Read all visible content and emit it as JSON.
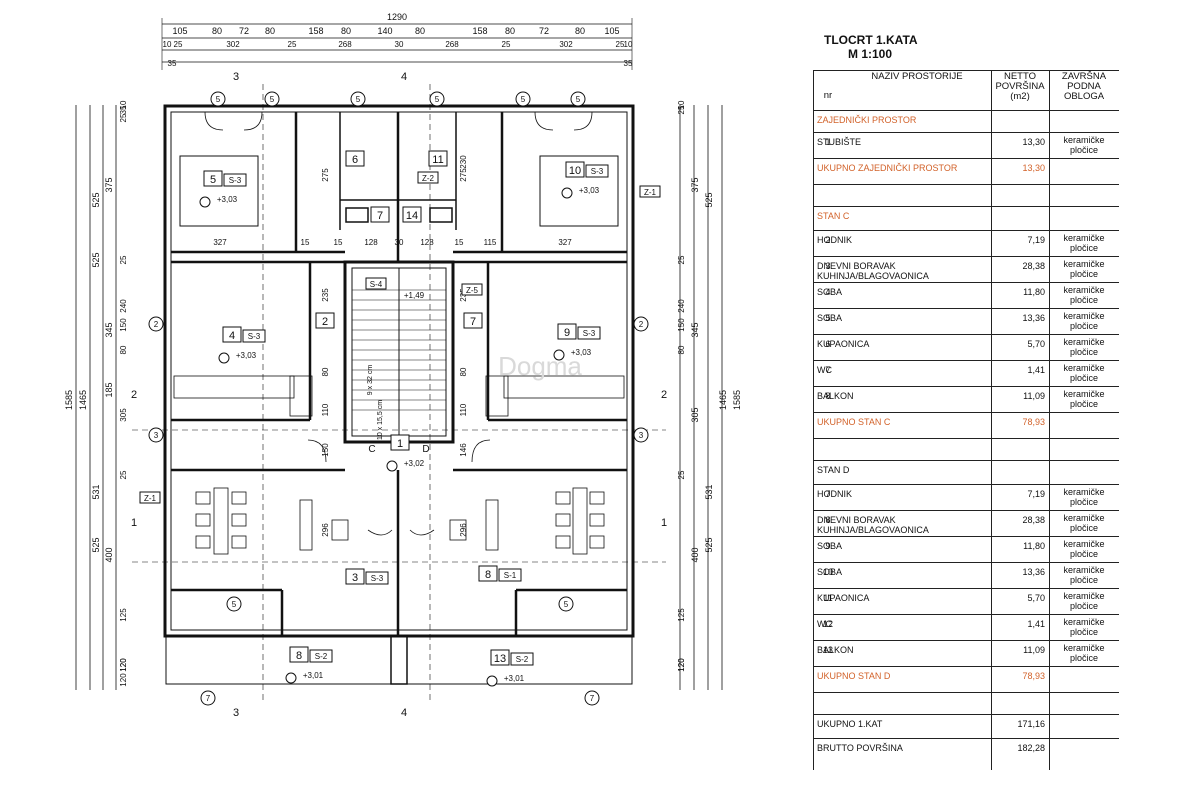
{
  "plan": {
    "top_dims": {
      "overall": "1290",
      "row1": [
        "105",
        "80",
        "72",
        "80",
        "158",
        "80",
        "140",
        "80",
        "158",
        "80",
        "72",
        "80",
        "105"
      ],
      "row2": [
        "10",
        "25",
        "302",
        "25",
        "268",
        "30",
        "268",
        "25",
        "302",
        "25",
        "10"
      ],
      "row3": [
        "35",
        "35"
      ]
    },
    "left_dims": {
      "overall": "1585",
      "inner": "1465",
      "seg_a": [
        "525",
        "525",
        "531",
        "525"
      ],
      "seg_b": [
        "375",
        "345",
        "185",
        "400"
      ],
      "seg_c": [
        "35",
        "10",
        "25",
        "25",
        "240",
        "150",
        "80",
        "305",
        "25",
        "125",
        "120",
        "120",
        "120"
      ]
    },
    "right_dims": {
      "overall": "1585",
      "inner": "1465",
      "seg_a": [
        "525",
        "531",
        "525"
      ],
      "seg_b": [
        "375",
        "345",
        "305",
        "400"
      ],
      "seg_c": [
        "25",
        "10",
        "25",
        "240",
        "150",
        "80",
        "25",
        "125",
        "120",
        "120"
      ]
    },
    "inner_dims": {
      "h1": [
        "327",
        "15",
        "15",
        "128",
        "30",
        "128",
        "15",
        "115",
        "327"
      ],
      "v_left": [
        "275",
        "235",
        "80",
        "110",
        "150",
        "296"
      ],
      "v_right": [
        "275",
        "230",
        "235",
        "80",
        "110",
        "146",
        "296"
      ],
      "stair": "9 x 32 cm",
      "stair2": "10 x 15,5 cm"
    },
    "section_marks": [
      "3",
      "4",
      "3",
      "4",
      "1",
      "1",
      "2",
      "2"
    ],
    "rooms": [
      {
        "num": "5",
        "code": "S-3",
        "level": "+3,03"
      },
      {
        "num": "6"
      },
      {
        "num": "7"
      },
      {
        "num": "14"
      },
      {
        "num": "11"
      },
      {
        "num": "10",
        "code": "S-3",
        "level": "+3,03"
      },
      {
        "num": "4",
        "code": "S-3",
        "level": "+3,03"
      },
      {
        "num": "2"
      },
      {
        "num": "7"
      },
      {
        "num": "9",
        "code": "S-3",
        "level": "+3,03"
      },
      {
        "num": "1",
        "level": "+3,02"
      },
      {
        "num": "3",
        "code": "S-3"
      },
      {
        "num": "8",
        "code": "S-1"
      },
      {
        "num": "8",
        "code": "S-2",
        "level": "+3,01"
      },
      {
        "num": "13",
        "code": "S-2",
        "level": "+3,01"
      }
    ],
    "stair_tags": {
      "s4": "S-4",
      "lvl": "+1,49",
      "z2": "Z-2",
      "z5": "Z-5",
      "z1": "Z-1"
    },
    "unit_labels": [
      "C",
      "D"
    ],
    "circle_tags": [
      "2",
      "3",
      "5",
      "7"
    ],
    "watermark": "Dogma"
  },
  "table": {
    "title": "TLOCRT 1.KATA",
    "scale": "M 1:100",
    "headers": {
      "nr": "nr",
      "name": "NAZIV PROSTORIJE",
      "area": [
        "NETTO",
        "POVRŠINA",
        "(m2)"
      ],
      "finish": [
        "ZAVRŠNA",
        "PODNA",
        "OBLOGA"
      ]
    },
    "rows": [
      {
        "nr": "",
        "name": "ZAJEDNIČKI PROSTOR",
        "area": "",
        "finish": "",
        "style": "orange"
      },
      {
        "nr": "1",
        "name": "STUBIŠTE",
        "area": "13,30",
        "finish": "keramičke pločice"
      },
      {
        "nr": "",
        "name": "UKUPNO ZAJEDNIČKI PROSTOR",
        "area": "13,30",
        "finish": "",
        "style": "orange"
      },
      {
        "nr": "",
        "name": "",
        "area": "",
        "finish": ""
      },
      {
        "nr": "",
        "name": "STAN C",
        "area": "",
        "finish": "",
        "style": "orange"
      },
      {
        "nr": "2",
        "name": "HODNIK",
        "area": "7,19",
        "finish": "keramičke pločice"
      },
      {
        "nr": "3",
        "name": "DNEVNI BORAVAK KUHINJA/BLAGOVAONICA",
        "area": "28,38",
        "finish": "keramičke pločice"
      },
      {
        "nr": "4",
        "name": "SOBA",
        "area": "11,80",
        "finish": "keramičke pločice"
      },
      {
        "nr": "5",
        "name": "SOBA",
        "area": "13,36",
        "finish": "keramičke pločice"
      },
      {
        "nr": "6",
        "name": "KUPAONICA",
        "area": "5,70",
        "finish": "keramičke pločice"
      },
      {
        "nr": "7",
        "name": "WC",
        "area": "1,41",
        "finish": "keramičke pločice"
      },
      {
        "nr": "8",
        "name": "BALKON",
        "area": "11,09",
        "finish": "keramičke pločice"
      },
      {
        "nr": "",
        "name": "UKUPNO STAN C",
        "area": "78,93",
        "finish": "",
        "style": "orange"
      },
      {
        "nr": "",
        "name": "",
        "area": "",
        "finish": ""
      },
      {
        "nr": "",
        "name": "STAN D",
        "area": "",
        "finish": ""
      },
      {
        "nr": "7",
        "name": "HODNIK",
        "area": "7,19",
        "finish": "keramičke pločice"
      },
      {
        "nr": "8",
        "name": "DNEVNI BORAVAK KUHINJA/BLAGOVAONICA",
        "area": "28,38",
        "finish": "keramičke pločice"
      },
      {
        "nr": "9",
        "name": "SOBA",
        "area": "11,80",
        "finish": "keramičke pločice"
      },
      {
        "nr": "10",
        "name": "SOBA",
        "area": "13,36",
        "finish": "keramičke pločice"
      },
      {
        "nr": "11",
        "name": "KUPAONICA",
        "area": "5,70",
        "finish": "keramičke pločice"
      },
      {
        "nr": "12",
        "name": "WC",
        "area": "1,41",
        "finish": "keramičke pločice"
      },
      {
        "nr": "13",
        "name": "BALKON",
        "area": "11,09",
        "finish": "keramičke pločice"
      },
      {
        "nr": "",
        "name": "UKUPNO STAN D",
        "area": "78,93",
        "finish": "",
        "style": "orange"
      },
      {
        "nr": "",
        "name": "",
        "area": "",
        "finish": ""
      },
      {
        "nr": "",
        "name": "UKUPNO 1.KAT",
        "area": "171,16",
        "finish": ""
      },
      {
        "nr": "",
        "name": "BRUTTO POVRŠINA",
        "area": "182,28",
        "finish": ""
      }
    ]
  }
}
